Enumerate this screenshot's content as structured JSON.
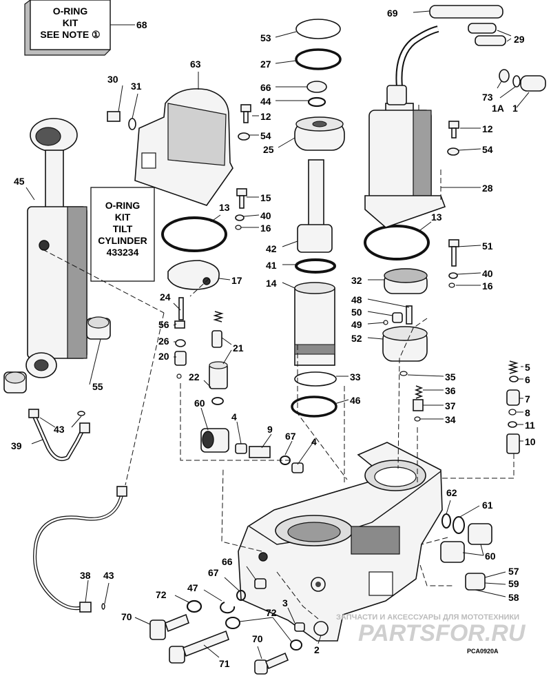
{
  "note_box": {
    "line1": "O-RING",
    "line2": "KIT",
    "line3": "SEE NOTE ①",
    "number": "68"
  },
  "tilt_kit_box": {
    "line1": "O-RING",
    "line2": "KIT",
    "line3": "TILT",
    "line4": "CYLINDER",
    "line5": "433234"
  },
  "watermark": {
    "top": "ЗАПЧАСТИ И АКСЕССУАРЫ ДЛЯ МОТОТЕХНИКИ",
    "brand": "PARTSFOR.RU"
  },
  "diagram_code": "PCA0920A",
  "callouts": {
    "n69": "69",
    "n29": "29",
    "n53": "53",
    "n27": "27",
    "n66a": "66",
    "n44": "44",
    "n12a": "12",
    "n54a": "54",
    "n25": "25",
    "n73": "73",
    "n1A": "1A",
    "n1": "1",
    "n12b": "12",
    "n54b": "54",
    "n28": "28",
    "n30": "30",
    "n31": "31",
    "n63": "63",
    "n45": "45",
    "n15": "15",
    "n40a": "40",
    "n16a": "16",
    "n13a": "13",
    "n13b": "13",
    "n42": "42",
    "n41": "41",
    "n51": "51",
    "n40b": "40",
    "n16b": "16",
    "n17": "17",
    "n14": "14",
    "n32": "32",
    "n48": "48",
    "n50": "50",
    "n49": "49",
    "n52": "52",
    "n24": "24",
    "n56": "56",
    "n26": "26",
    "n20": "20",
    "n21": "21",
    "n22": "22",
    "n55": "55",
    "n33": "33",
    "n35": "35",
    "n5": "5",
    "n6": "6",
    "n46": "46",
    "n36": "36",
    "n7": "7",
    "n37": "37",
    "n8": "8",
    "n34": "34",
    "n11": "11",
    "n10": "10",
    "n60a": "60",
    "n4a": "4",
    "n9": "9",
    "n67a": "67",
    "n4b": "4",
    "n39": "39",
    "n43a": "43",
    "n62": "62",
    "n61": "61",
    "n60b": "60",
    "n57": "57",
    "n59": "59",
    "n58": "58",
    "n38": "38",
    "n43b": "43",
    "n66b": "66",
    "n67b": "67",
    "n72a": "72",
    "n47": "47",
    "n3": "3",
    "n72b": "72",
    "n70a": "70",
    "n2": "2",
    "n71": "71",
    "n70b": "70"
  }
}
